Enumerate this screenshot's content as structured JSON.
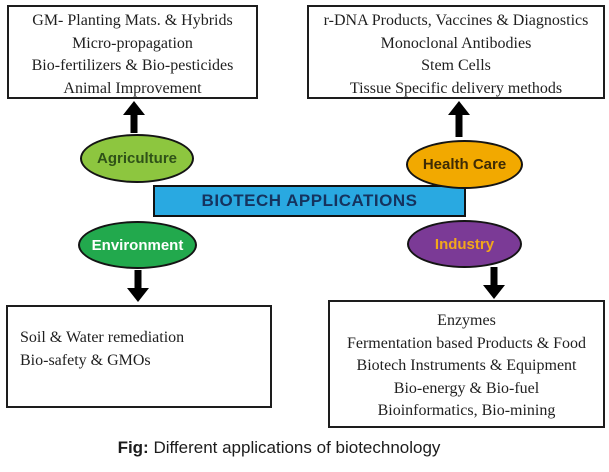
{
  "bar": {
    "label": "BIOTECH APPLICATIONS",
    "fill": "#29A9E1",
    "text_color": "#15335E"
  },
  "nodes": {
    "agriculture": {
      "label": "Agriculture",
      "fill": "#8DC63F",
      "text_color": "#2F5218"
    },
    "health_care": {
      "label": "Health Care",
      "fill": "#F2A900",
      "text_color": "#3E2B05"
    },
    "environment": {
      "label": "Environment",
      "fill": "#22A94D",
      "text_color": "#FFFFFF"
    },
    "industry": {
      "label": "Industry",
      "fill": "#7B3A96",
      "text_color": "#F2A71B"
    }
  },
  "boxes": {
    "agriculture_items": [
      "GM- Planting Mats. & Hybrids",
      "Micro-propagation",
      "Bio-fertilizers & Bio-pesticides",
      "Animal Improvement"
    ],
    "health_care_items": [
      "r-DNA Products, Vaccines & Diagnostics",
      "Monoclonal Antibodies",
      "Stem Cells",
      "Tissue Specific delivery methods"
    ],
    "environment_items": [
      "Soil & Water remediation",
      "Bio-safety & GMOs"
    ],
    "industry_items": [
      "Enzymes",
      "Fermentation based Products & Food",
      "Biotech Instruments & Equipment",
      "Bio-energy & Bio-fuel",
      "Bioinformatics, Bio-mining"
    ]
  },
  "caption": {
    "prefix": "Fig:",
    "text": " Different applications of biotechnology"
  },
  "arrow_color": "#000000"
}
